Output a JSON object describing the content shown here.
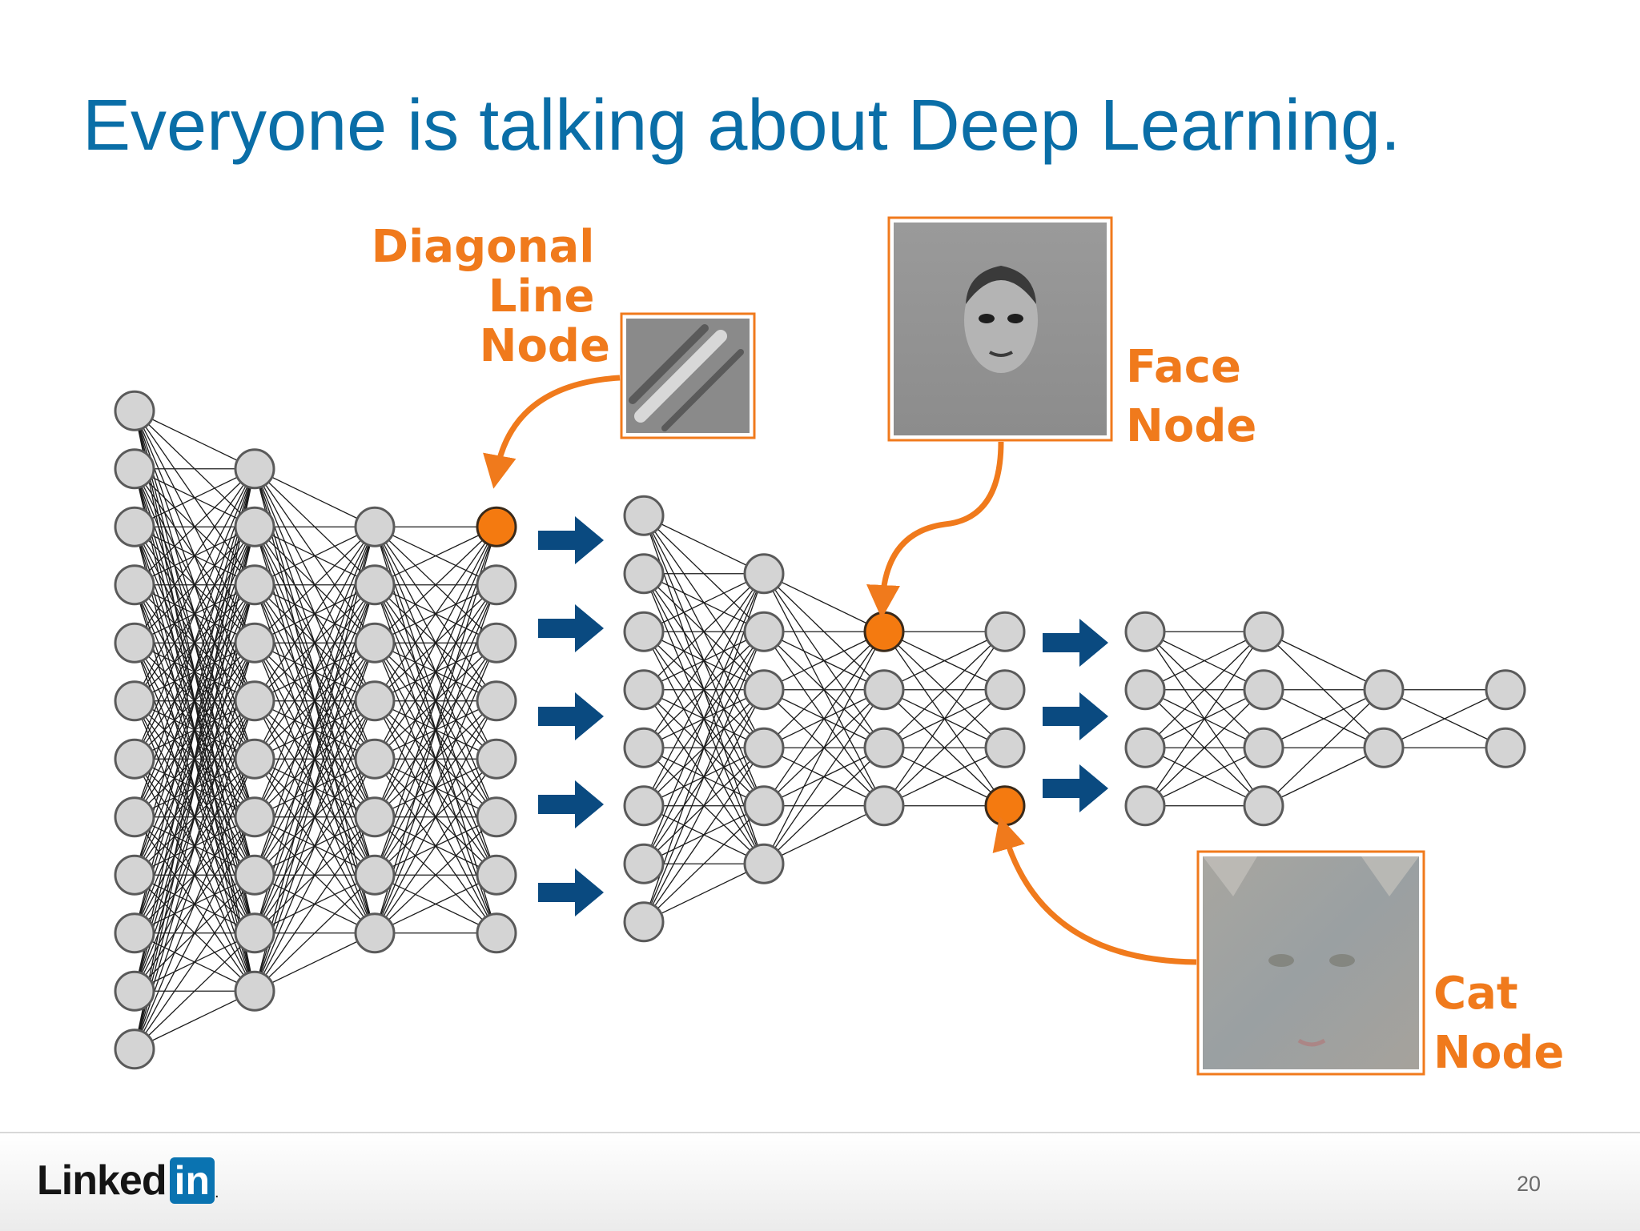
{
  "slide": {
    "title": "Everyone is talking about Deep Learning.",
    "page_number": "20"
  },
  "diagram": {
    "labels": {
      "diagonal_line_node": [
        "Diagonal",
        "Line",
        "Node"
      ],
      "face_node": [
        "Face",
        "Node"
      ],
      "cat_node": [
        "Cat",
        "Node"
      ]
    },
    "colors": {
      "node_fill": "#d4d4d4",
      "node_stroke": "#5a5a5a",
      "highlight_node": "#f47a10",
      "label": "#f07a1c",
      "arrow": "#0a4a80",
      "title": "#0a6ea7"
    },
    "networks": [
      {
        "layer_sizes": [
          12,
          10,
          8,
          8
        ],
        "highlight": [
          [
            3,
            0
          ]
        ]
      },
      {
        "layer_sizes": [
          8,
          6,
          4,
          4
        ],
        "highlight": [
          [
            2,
            0
          ],
          [
            3,
            3
          ]
        ]
      },
      {
        "layer_sizes": [
          4,
          4,
          2,
          2
        ],
        "highlight": []
      }
    ],
    "arrow_groups": [
      5,
      3
    ]
  },
  "footer": {
    "logo_text": "Linked",
    "logo_box": "in",
    "logo_mark": "."
  }
}
